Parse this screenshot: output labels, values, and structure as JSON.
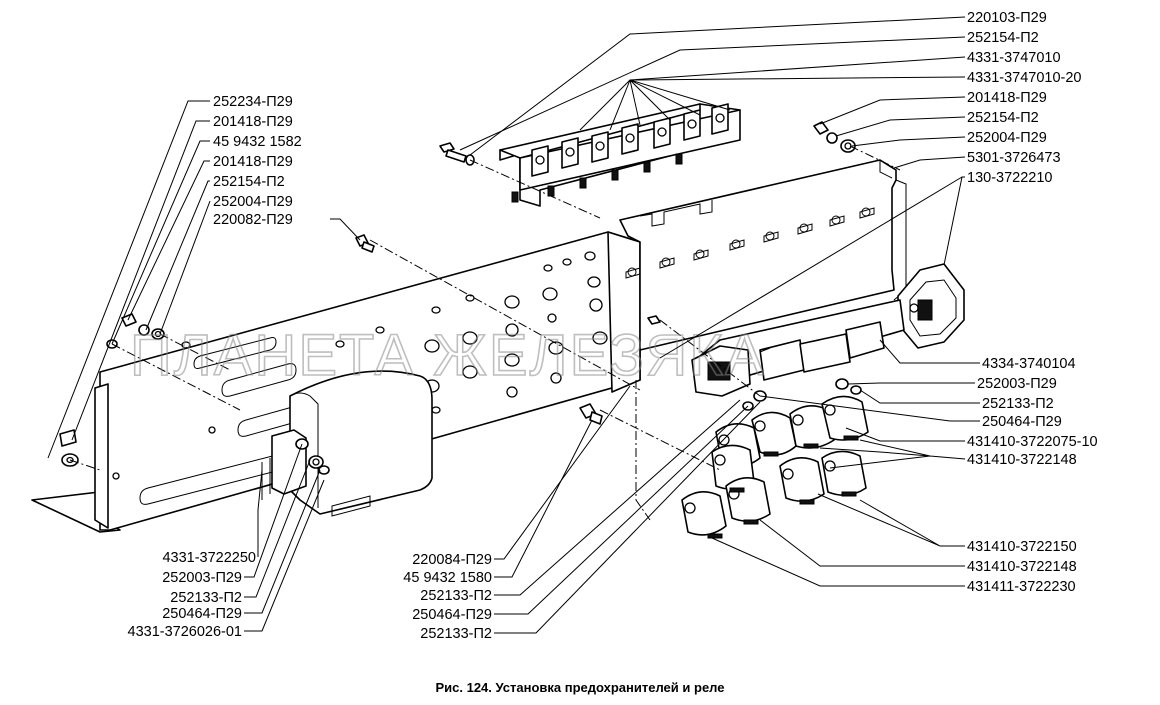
{
  "watermark": "ПЛАНЕТА ЖЕЛЕЗЯКА",
  "caption": "Рис. 124. Установка предохранителей и реле",
  "labels_right_top": [
    "220103-П29",
    "252154-П2",
    "4331-3747010",
    "4331-3747010-20",
    "201418-П29",
    "252154-П2",
    "252004-П29",
    "5301-3726473",
    "130-3722210"
  ],
  "labels_right_mid": [
    "4334-3740104",
    "252003-П29",
    "252133-П2",
    "250464-П29",
    "431410-3722075-10",
    "431410-3722148"
  ],
  "labels_right_bottom": [
    "431410-3722150",
    "431410-3722148",
    "431411-3722230"
  ],
  "labels_left_top": [
    "252234-П29",
    "201418-П29",
    "45 9432 1582",
    "201418-П29",
    "252154-П2",
    "252004-П29",
    "220082-П29"
  ],
  "labels_left_bottom": [
    "4331-3722250",
    "252003-П29",
    "252133-П2",
    "250464-П29",
    "4331-3726026-01"
  ],
  "labels_center_bottom": [
    "220084-П29",
    "45 9432 1580",
    "252133-П2",
    "250464-П29",
    "252133-П2"
  ]
}
